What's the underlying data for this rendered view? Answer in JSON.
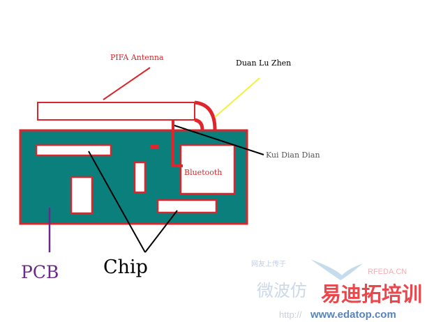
{
  "labels": {
    "pifa": "PIFA Antenna",
    "duan_lu_zhen": "Duan Lu Zhen",
    "kui_dian_dian": "Kui Dian Dian",
    "bluetooth": "Bluetooth",
    "pcb": "PCB",
    "chip": "Chip"
  },
  "watermark": {
    "top_cn": "网友上传于",
    "rfeda": "RFEDA.CN",
    "cn_left": "微波仿",
    "cn_brand": "易迪拓培训",
    "http": "http://",
    "url": "www.edatop.com"
  },
  "colors": {
    "pcb": "#0b7f7c",
    "red": "#e0262c",
    "yellow": "#f2f23a",
    "purple": "#6b2a8a"
  }
}
